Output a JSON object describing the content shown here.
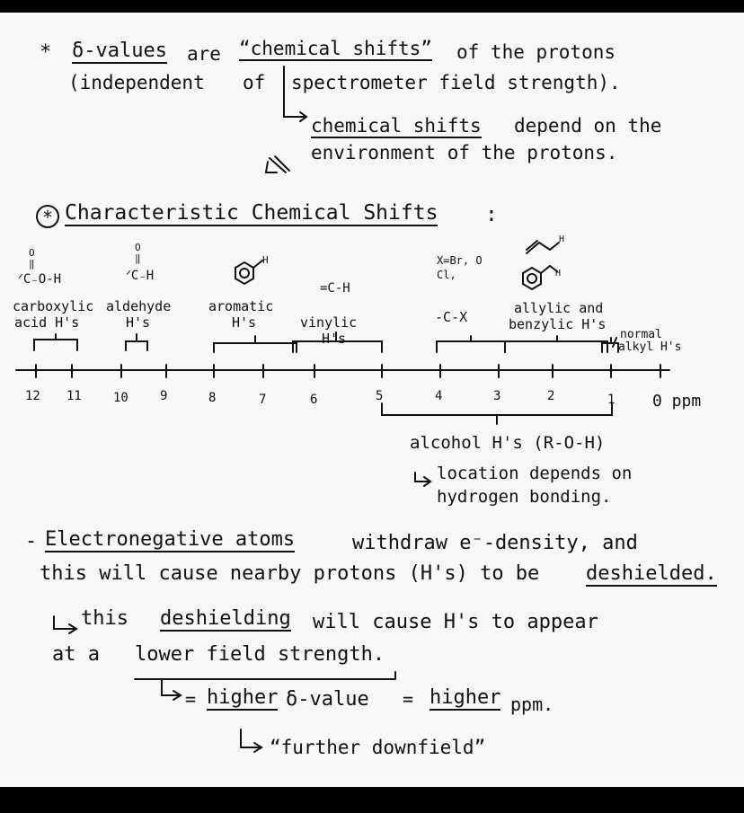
{
  "intro": {
    "line1": {
      "star": "*",
      "delta_values": "δ-values",
      "are": "are",
      "chemical_shifts_quoted": "“chemical shifts”",
      "of_the_protons": "of the protons"
    },
    "line2": {
      "independent": "(independent",
      "of": "of",
      "spectrometer_field_strength": "spectrometer field strength)."
    },
    "note": {
      "chemical_shifts": "chemical shifts",
      "depend_on_the": "depend on the",
      "environment": "environment of the protons."
    }
  },
  "section": {
    "heading_star": "*",
    "heading": "Characteristic Chemical Shifts",
    "heading_colon": ":"
  },
  "scale": {
    "ticks": [
      "12",
      "11",
      "10",
      "9",
      "8",
      "7",
      "6",
      "5",
      "4",
      "3",
      "2",
      "1",
      "0 ppm"
    ],
    "groups": {
      "carboxylic_struct_o": "O",
      "carboxylic_struct_dbl": "‖",
      "carboxylic_struct": "ᐟC₋O-H",
      "carboxylic_label1": "carboxylic",
      "carboxylic_label2": "acid H's",
      "aldehyde_struct_o": "O",
      "aldehyde_struct_dbl": "‖",
      "aldehyde_struct": "ᐟC₋H",
      "aldehyde_label1": "aldehyde",
      "aldehyde_label2": "H's",
      "aromatic_struct_h": "H",
      "aromatic_label1": "aromatic",
      "aromatic_label2": "H's",
      "vinylic_struct": "=C-H",
      "vinylic_label1": "vinylic",
      "vinylic_label2": "H's",
      "halide_note1": "X=Br, O",
      "halide_note2": "Cl,",
      "halide_struct": "-C-X",
      "allylic_struct_h1": "H",
      "allylic_struct_h2": "H",
      "allylic_label1": "allylic and",
      "allylic_label2": "benzylic H's",
      "alkyl_label1": "normal",
      "alkyl_label2": "alkyl H's"
    },
    "alcohol": {
      "label": "alcohol H's (R-O-H)",
      "note1": "location depends on",
      "note2": "hydrogen bonding."
    }
  },
  "deshield": {
    "line1": {
      "dash": "-",
      "electronegative_atoms": "Electronegative atoms",
      "rest": "withdraw e⁻-density, and"
    },
    "line2": {
      "start": "this will cause nearby protons (H's) to be",
      "deshielded": "deshielded."
    },
    "line3": {
      "this": "this",
      "deshielding": "deshielding",
      "rest": "will cause H's to appear"
    },
    "line4": {
      "at_a": "at a",
      "lower_field": "lower field strength."
    },
    "line5": {
      "eq": "=",
      "higher1": "higher",
      "delta_value": "δ-value",
      "eq2": "=",
      "higher2": "higher",
      "ppm": "ppm."
    },
    "line6": {
      "further": "“further downfield”"
    }
  }
}
